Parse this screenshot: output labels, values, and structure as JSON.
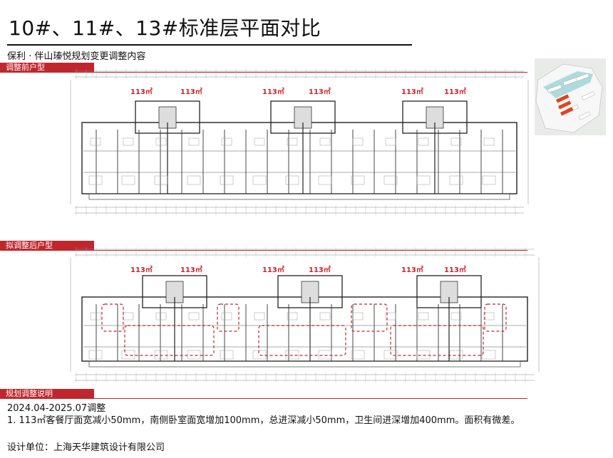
{
  "title": "10#、11#、13#标准层平面对比",
  "subtitle": "保利 · 伴山瑧悦规划变更调整内容",
  "sections": {
    "before": "调整前户型",
    "after": "拟调整后户型",
    "notes": "规划调整说明"
  },
  "area_label": "113㎡",
  "notes": {
    "period": "2024.04-2025.07调整",
    "item1": "1.  113㎡客餐厅面宽减小50mm，南侧卧室面宽增加100mm，总进深减小50mm，卫生间进深增加400mm。面积有微差。",
    "designer": "设计单位：上海天华建筑设计有限公司"
  },
  "colors": {
    "accent": "#c0272d",
    "highlight": "#e0441f",
    "area_red": "#d6202a"
  }
}
